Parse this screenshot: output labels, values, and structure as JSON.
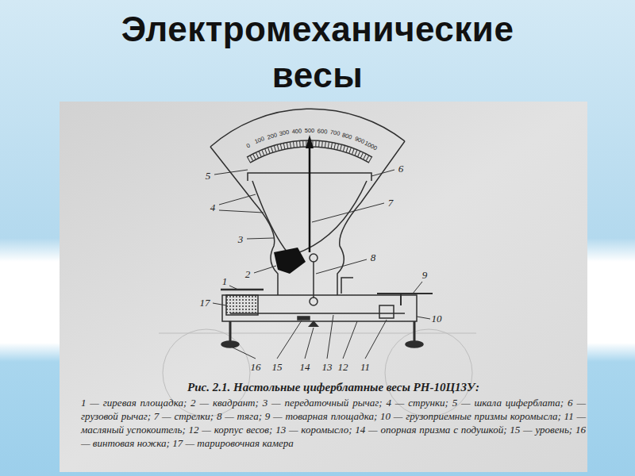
{
  "diagram": {
    "title": "Электромеханические весы",
    "caption": "Рис. 2.1. Настольные циферблатные весы РН-10Ц13У:",
    "labels": [
      "0",
      "100",
      "200",
      "300",
      "400",
      "500",
      "600",
      "700",
      "800",
      "900",
      "1000",
      "1",
      "2",
      "3",
      "4",
      "5",
      "6",
      "7",
      "8",
      "9",
      "10",
      "11",
      "12",
      "13",
      "14",
      "15",
      "16",
      "17",
      "1 — гиревая площадка; 2 — квадрант; 3 — передаточный рычаг; 4 — струнки; 5 — шкала циферблата; 6 — грузовой рычаг; 7 — стрелки; 8 — тяга; 9 — товарная площадка; 10 — грузоприемные призмы коромысла; 11 — масляный успокоитель; 12 — корпус весов; 13 — коромысло; 14 — опорная призма с подушкой; 15 — уровень; 16 — винтовая ножка; 17 — тарировочная камера"
    ]
  }
}
